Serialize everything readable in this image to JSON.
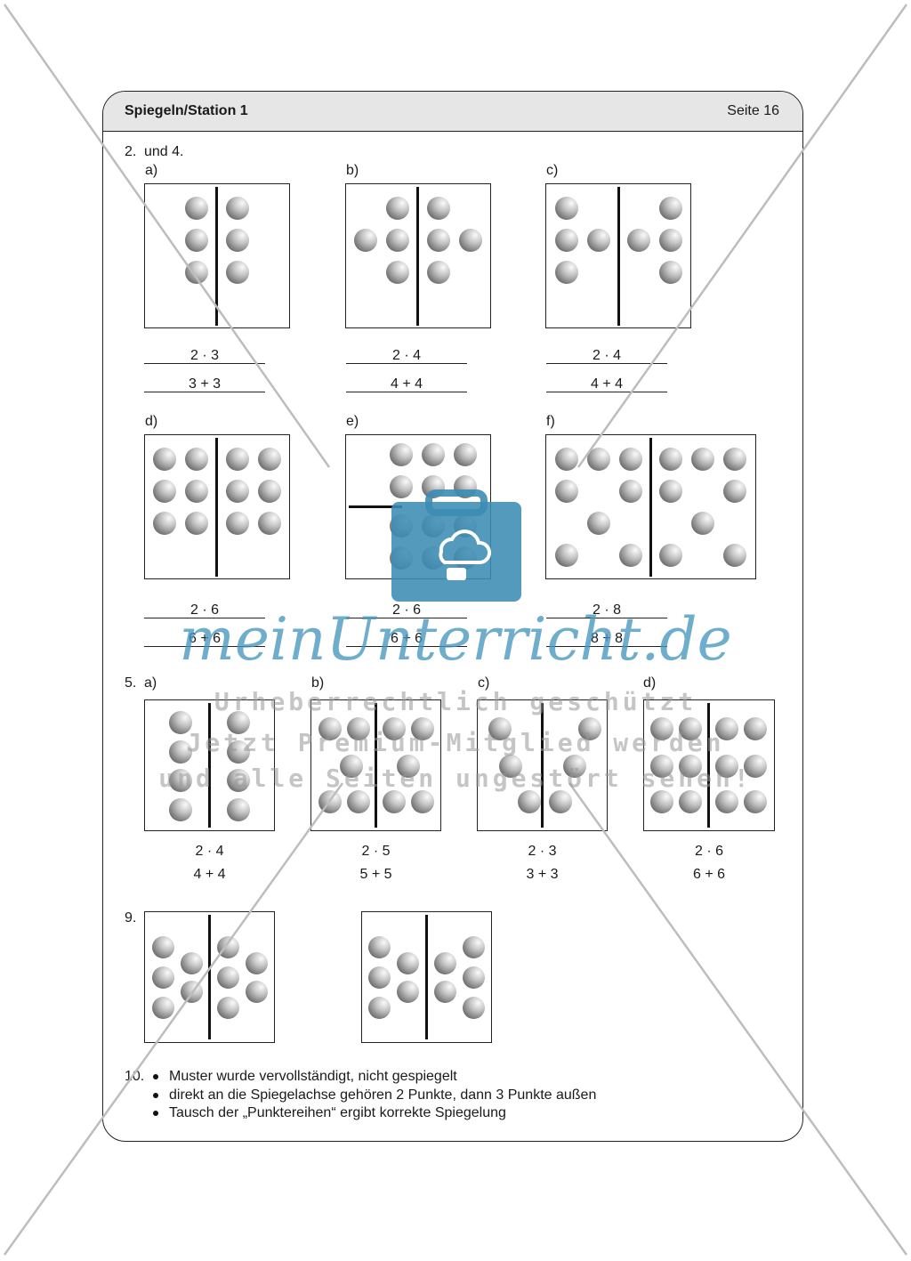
{
  "header": {
    "title": "Spiegeln/Station 1",
    "page": "Seite 16"
  },
  "section1": {
    "title_num": "2.",
    "title_text": "und 4.",
    "items": [
      {
        "label": "a)",
        "eq1": "2 · 3",
        "eq2": "3 + 3"
      },
      {
        "label": "b)",
        "eq1": "2 · 4",
        "eq2": "4 + 4"
      },
      {
        "label": "c)",
        "eq1": "2 · 4",
        "eq2": "4 + 4"
      },
      {
        "label": "d)",
        "eq1": "2 · 6",
        "eq2": "6 + 6"
      },
      {
        "label": "e)",
        "eq1": "2 · 6",
        "eq2": "6 + 6"
      },
      {
        "label": "f)",
        "eq1": "2 · 8",
        "eq2": "8 + 8"
      }
    ]
  },
  "section5": {
    "number": "5.",
    "items": [
      {
        "label": "a)",
        "eq1": "2 · 4",
        "eq2": "4 + 4"
      },
      {
        "label": "b)",
        "eq1": "2 · 5",
        "eq2": "5 + 5"
      },
      {
        "label": "c)",
        "eq1": "2 · 3",
        "eq2": "3 + 3"
      },
      {
        "label": "d)",
        "eq1": "2 · 6",
        "eq2": "6 + 6"
      }
    ]
  },
  "section9": {
    "number": "9."
  },
  "section10": {
    "number": "10.",
    "bullets": [
      "Muster wurde vervollständigt, nicht gespiegelt",
      "direkt an die Spiegelachse gehören 2 Punkte, dann 3 Punkte außen",
      "Tausch der „Punktereihen“ ergibt korrekte Spiegelung"
    ]
  },
  "watermark": {
    "brand": "meinUnterricht.de",
    "line1": "Urheberrechtlich geschützt",
    "line2": "Jetzt Premium-Mitglied werden",
    "line3": "und alle Seiten ungestört sehen!",
    "icon": "briefcase-cloud-icon"
  }
}
